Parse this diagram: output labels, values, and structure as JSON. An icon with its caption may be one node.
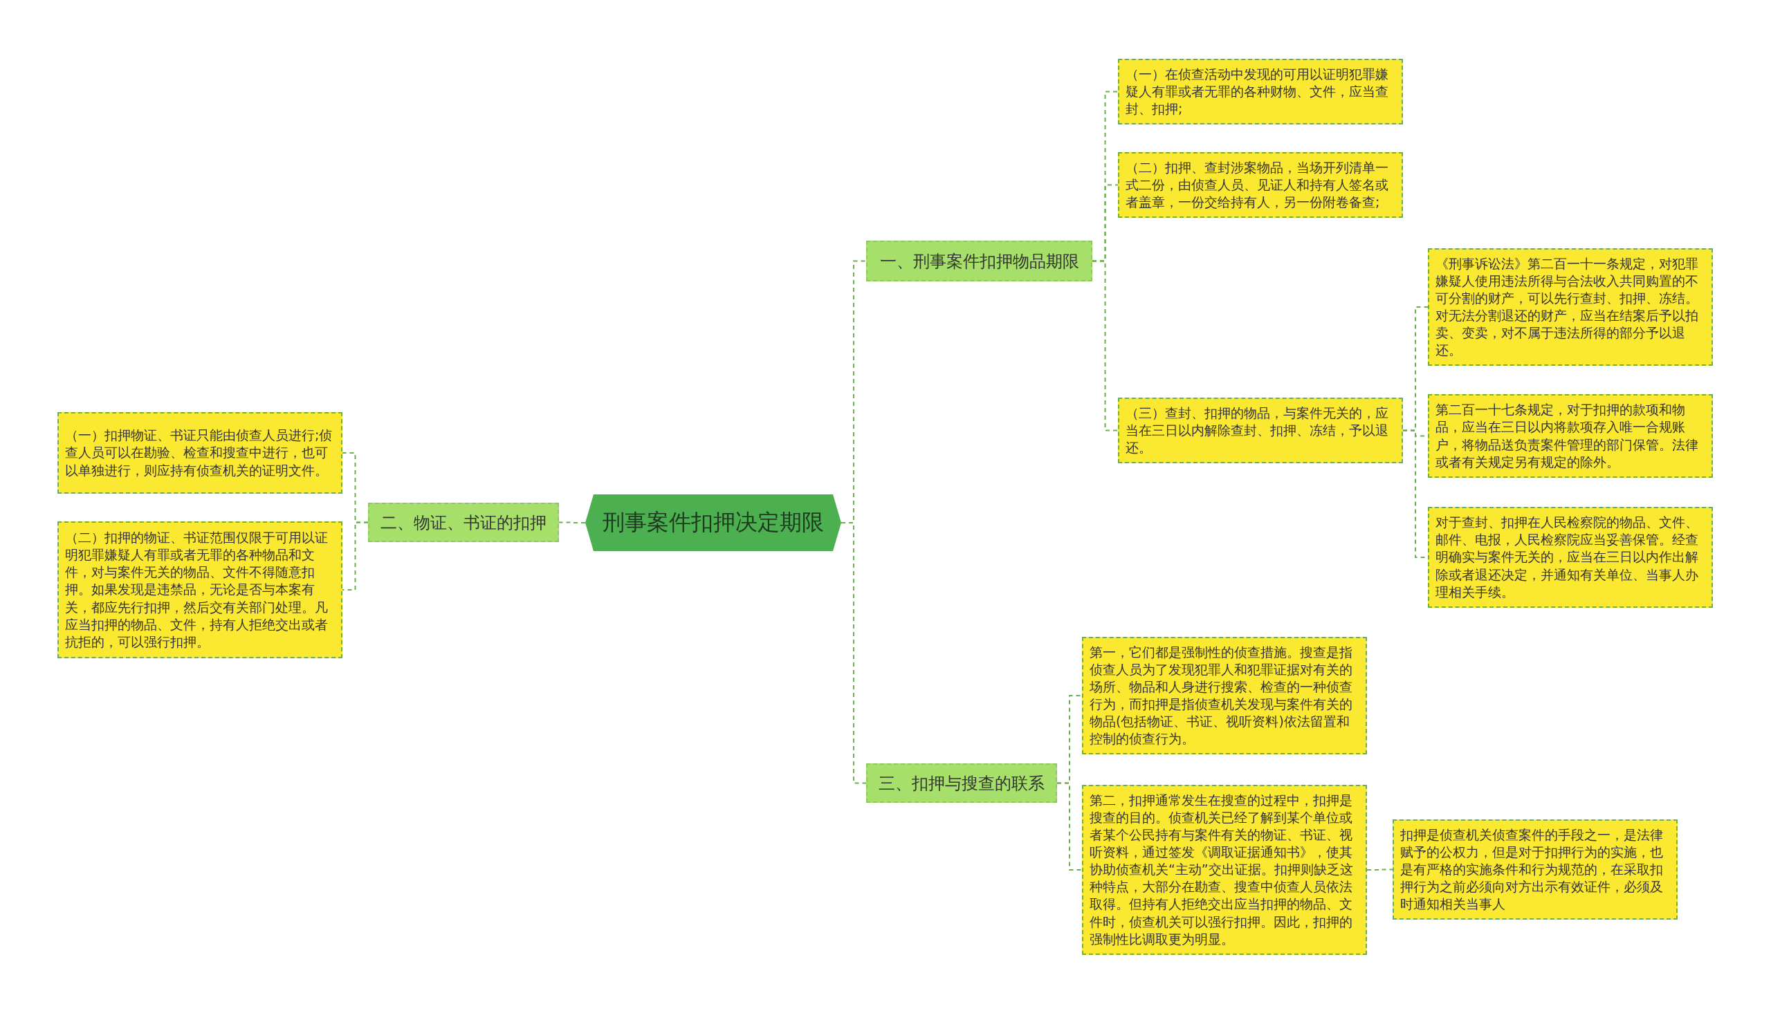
{
  "diagram": {
    "nodes": [
      {
        "text": [
          "刑事案件扣押决定期限"
        ]
      },
      {
        "text": [
          "一、刑事案件扣押物品期限"
        ]
      },
      {
        "text": [
          "（一）在侦查活动中发现的可用以证明犯罪嫌疑人有罪或者无罪的各种财物、文件，应当查封、扣押;"
        ]
      },
      {
        "text": [
          "（二）扣押、查封涉案物品，当场开列清单一式二份，由侦查人员、见证人和持有人签名或者盖章，一份交给持有人，另一份附卷备查;"
        ]
      },
      {
        "text": [
          "（三）查封、扣押的物品，与案件无关的，应当在三日以内解除查封、扣押、冻结，予以退还。"
        ]
      },
      {
        "text": [
          "《刑事诉讼法》第二百一十一条规定，对犯罪嫌疑人使用违法所得与合法收入共同购置的不可分割的财产，可以先行查封、扣押、冻结。对无法分割退还的财产，应当在结案后予以拍卖、变卖，对不属于违法所得的部分予以退还。"
        ]
      },
      {
        "text": [
          "第二百一十七条规定，对于扣押的款项和物品，应当在三日以内将款项存入唯一合规账户，将物品送负责案件管理的部门保管。法律或者有关规定另有规定的除外。"
        ]
      },
      {
        "text": [
          "对于查封、扣押在人民检察院的物品、文件、邮件、电报，人民检察院应当妥善保管。经查明确实与案件无关的，应当在三日以内作出解除或者退还决定，并通知有关单位、当事人办理相关手续。"
        ]
      },
      {
        "text": [
          "二、物证、书证的扣押"
        ]
      },
      {
        "text": [
          "（一）扣押物证、书证只能由侦查人员进行;侦查人员可以在勘验、检查和搜查中进行，也可以单独进行，则应持有侦查机关的证明文件。"
        ]
      },
      {
        "text": [
          "（二）扣押的物证、书证范围仅限于可用以证明犯罪嫌疑人有罪或者无罪的各种物品和文件，对与案件无关的物品、文件不得随意扣押。如果发现是违禁品，无论是否与本案有关，都应先行扣押，然后交有关部门处理。凡应当扣押的物品、文件，持有人拒绝交出或者抗拒的，可以强行扣押。"
        ]
      },
      {
        "text": [
          "三、扣押与搜查的联系"
        ]
      },
      {
        "text": [
          "第一，它们都是强制性的侦查措施。搜查是指侦查人员为了发现犯罪人和犯罪证据对有关的场所、物品和人身进行搜索、检查的一种侦查行为，而扣押是指侦查机关发现与案件有关的物品(包括物证、书证、视听资料)依法留置和控制的侦查行为。"
        ]
      },
      {
        "text": [
          "第二，扣押通常发生在搜查的过程中，扣押是搜查的目的。侦查机关已经了解到某个单位或者某个公民持有与案件有关的物证、书证、视听资料，通过签发《调取证据通知书》，使其协助侦查机关“主动”交出证据。扣押则缺乏这种特点，大部分在勘查、搜查中侦查人员依法取得。但持有人拒绝交出应当扣押的物品、文件时，侦查机关可以强行扣押。因此，扣押的强制性比调取更为明显。"
        ]
      },
      {
        "text": [
          "扣押是侦查机关侦查案件的手段之一，是法律赋予的公权力，但是对于扣押行为的实施，也是有严格的实施条件和行为规范的，在采取扣押行为之前必须向对方出示有效证件，必须及时通知相关当事人"
        ]
      }
    ],
    "edges": [
      {
        "from": 0,
        "to": 1,
        "arrow": "none"
      },
      {
        "from": 1,
        "to": 2,
        "arrow": "none"
      },
      {
        "from": 1,
        "to": 3,
        "arrow": "none"
      },
      {
        "from": 1,
        "to": 4,
        "arrow": "none"
      },
      {
        "from": 4,
        "to": 5,
        "arrow": "none"
      },
      {
        "from": 4,
        "to": 6,
        "arrow": "none"
      },
      {
        "from": 4,
        "to": 7,
        "arrow": "none"
      },
      {
        "from": 0,
        "to": 8,
        "arrow": "none"
      },
      {
        "from": 8,
        "to": 9,
        "arrow": "none"
      },
      {
        "from": 8,
        "to": 10,
        "arrow": "none"
      },
      {
        "from": 0,
        "to": 11,
        "arrow": "none"
      },
      {
        "from": 11,
        "to": 12,
        "arrow": "none"
      },
      {
        "from": 11,
        "to": 13,
        "arrow": "none"
      },
      {
        "from": 13,
        "to": 14,
        "arrow": "none"
      }
    ]
  }
}
